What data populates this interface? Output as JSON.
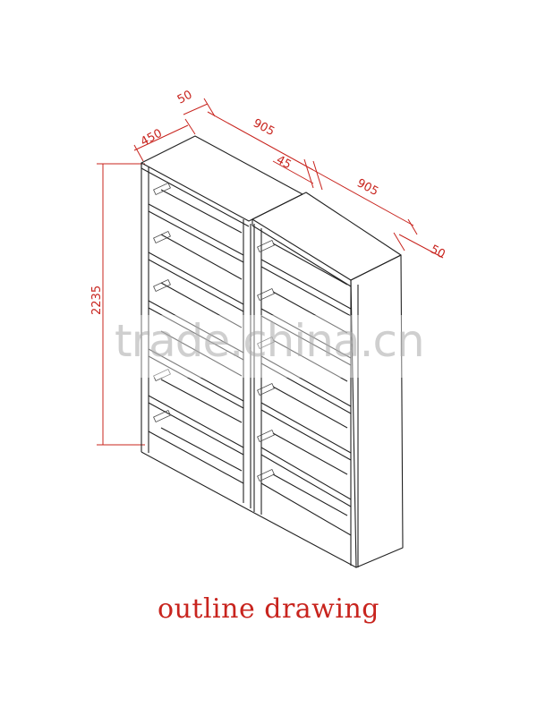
{
  "dimensions": {
    "depth_side_top": "50",
    "depth_left": "450",
    "width_unit_1": "905",
    "gap_middle": "45",
    "width_unit_2": "905",
    "depth_side_right": "50",
    "height": "2235"
  },
  "caption": {
    "text": "outline drawing",
    "color": "#c8241e"
  },
  "watermark": {
    "text": "trade.china.cn"
  }
}
